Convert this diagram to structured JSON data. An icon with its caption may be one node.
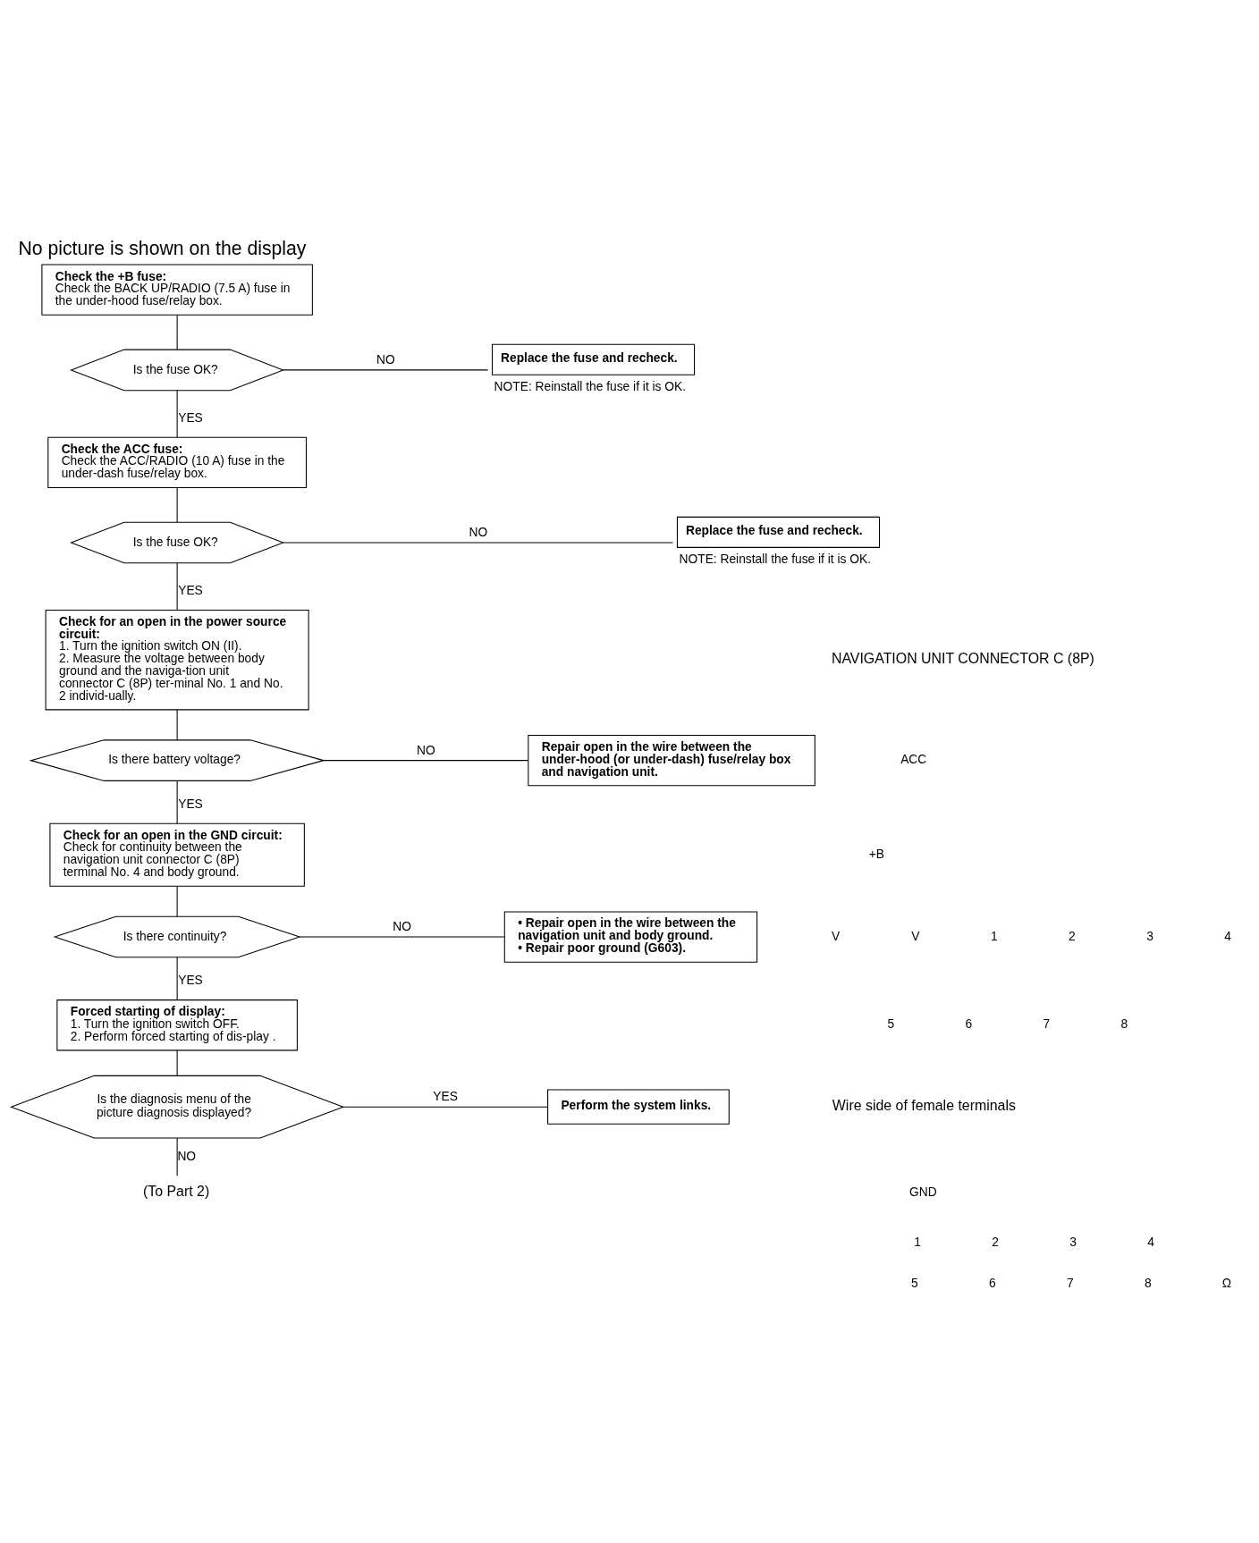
{
  "diagram": {
    "title": "No picture is shown on the display",
    "nodes": [
      {
        "text": [
          "Check the +B fuse:",
          "Check the BACK UP/RADIO (7.5 A) fuse in the under-hood fuse/relay box."
        ]
      },
      {
        "text": [
          "Is the fuse OK?"
        ]
      },
      {
        "text": [
          "Replace the fuse and recheck."
        ],
        "beside": [
          "NOTE: Reinstall the fuse if it is OK."
        ]
      },
      {
        "text": [
          "Check the ACC fuse:",
          "Check the ACC/RADIO (10 A) fuse in the under-dash fuse/relay box."
        ]
      },
      {
        "text": [
          "Is the fuse OK?"
        ]
      },
      {
        "text": [
          "Replace the fuse and recheck."
        ],
        "beside": [
          "NOTE: Reinstall the fuse if it is OK."
        ]
      },
      {
        "text": [
          "Check for an open in the power source circuit:",
          "1. Turn the ignition switch ON (II).",
          "2. Measure the voltage between body ground and the naviga-tion unit connector C (8P) ter-minal No. 1 and No. 2 individ-ually."
        ]
      },
      {
        "text": [
          "Is there battery voltage?"
        ]
      },
      {
        "text": [
          "Repair open in the wire between the under-hood (or under-dash) fuse/relay box and navigation unit."
        ]
      },
      {
        "text": [
          "Check for an open in the GND circuit:",
          "Check for continuity between the navigation unit connector C (8P) terminal No. 4 and body ground."
        ]
      },
      {
        "text": [
          "Is there continuity?"
        ]
      },
      {
        "text": [
          "• Repair open in the wire between the navigation unit and body ground.",
          "• Repair poor ground (G603)."
        ]
      },
      {
        "text": [
          "Forced starting of display:",
          "1. Turn the ignition switch OFF.",
          "2. Perform forced starting of dis-play ."
        ]
      },
      {
        "text": [
          "Is the diagnosis menu of the picture diagnosis displayed?"
        ]
      },
      {
        "text": [
          "Perform the system links."
        ]
      },
      {
        "text": [
          "(To Part 2)"
        ]
      }
    ],
    "edges": [
      {
        "from": 0,
        "to": 1,
        "arrow": "none"
      },
      {
        "from": 1,
        "to": 2,
        "arrow": "none",
        "label": "NO"
      },
      {
        "from": 1,
        "to": 3,
        "arrow": "none",
        "label": "YES"
      },
      {
        "from": 3,
        "to": 4,
        "arrow": "none"
      },
      {
        "from": 4,
        "to": 5,
        "arrow": "none",
        "label": "NO"
      },
      {
        "from": 4,
        "to": 6,
        "arrow": "none",
        "label": "YES"
      },
      {
        "from": 6,
        "to": 7,
        "arrow": "none"
      },
      {
        "from": 7,
        "to": 8,
        "arrow": "none",
        "label": "NO"
      },
      {
        "from": 7,
        "to": 9,
        "arrow": "none",
        "label": "YES"
      },
      {
        "from": 9,
        "to": 10,
        "arrow": "none"
      },
      {
        "from": 10,
        "to": 11,
        "arrow": "none",
        "label": "NO"
      },
      {
        "from": 10,
        "to": 12,
        "arrow": "none",
        "label": "YES"
      },
      {
        "from": 12,
        "to": 13,
        "arrow": "none"
      },
      {
        "from": 13,
        "to": 14,
        "arrow": "none",
        "label": "YES"
      },
      {
        "from": 13,
        "to": 15,
        "arrow": "none",
        "label": "NO"
      }
    ],
    "labels": [
      "NAVIGATION UNIT CONNECTOR C (8P)",
      "ACC",
      "+B",
      "1",
      "2",
      "3",
      "4",
      "5",
      "6",
      "7",
      "8",
      "V",
      "V",
      "Wire side of female terminals",
      "GND",
      "1",
      "2",
      "3",
      "4",
      "5",
      "6",
      "7",
      "8",
      "Ω"
    ]
  }
}
